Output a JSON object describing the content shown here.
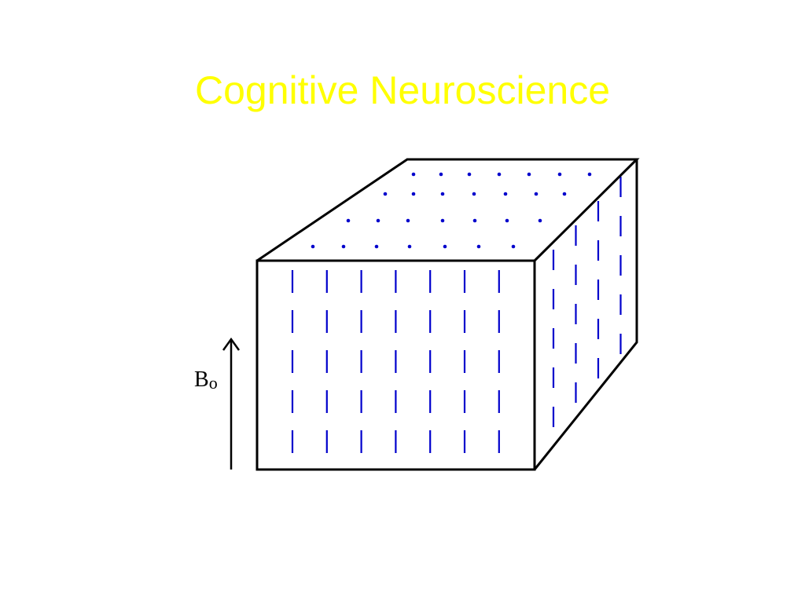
{
  "slide": {
    "title": "Cognitive Neuroscience",
    "title_color": "#ffff00"
  },
  "diagram": {
    "subject": "cube of aligned nuclear spins in a static magnetic field",
    "field_label_main": "B",
    "field_label_sub": "o",
    "field_arrow_direction": "up",
    "spin_color": "#0000cc",
    "outline_color": "#000000",
    "front_face_spin_grid": {
      "columns": 7,
      "rows": 5,
      "symbol": "vertical-line"
    },
    "top_face_spin_grid": {
      "rows": 4,
      "symbol": "dot"
    },
    "side_face_spin_grid": {
      "columns": 4,
      "rows": 5,
      "symbol": "vertical-line"
    }
  }
}
